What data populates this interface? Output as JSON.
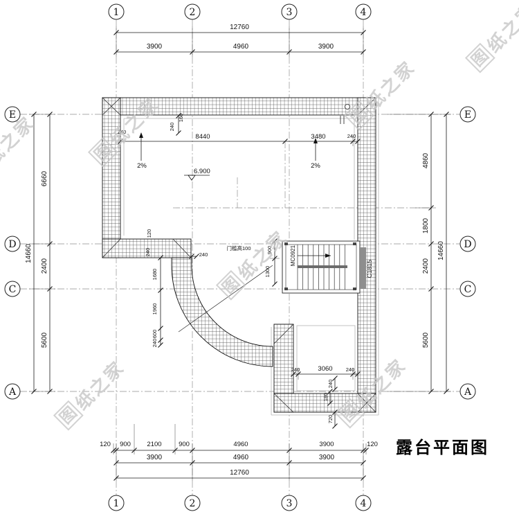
{
  "title": "露台平面图",
  "watermark": {
    "logo_char": "图",
    "text": "纸之家"
  },
  "axis": {
    "cols": [
      "1",
      "2",
      "3",
      "4"
    ],
    "rows": [
      "E",
      "D",
      "C",
      "A"
    ]
  },
  "dims": {
    "top": {
      "overall": "12760",
      "seg": [
        "3900",
        "4960",
        "3900"
      ]
    },
    "bottom": {
      "detail": [
        "120",
        "900",
        "2100",
        "900",
        "4960",
        "3900",
        "120"
      ],
      "seg": [
        "3900",
        "4960",
        "3900"
      ],
      "overall": "12760"
    },
    "left": {
      "overall": "14660",
      "seg": [
        "6660",
        "2400",
        "5600"
      ]
    },
    "right": {
      "overall": "14660",
      "seg": [
        "4860",
        "1800",
        "2400",
        "5600"
      ]
    },
    "inner_top": [
      "8440",
      "3480",
      "240"
    ],
    "wall_small": {
      "a160": "160",
      "a240": "240",
      "b240": "240"
    },
    "left_chain": [
      "1680",
      "1960",
      "600",
      "240"
    ],
    "curve_240": "240",
    "step_120": "120",
    "step_240": "240",
    "stair_left": [
      "900",
      "1300"
    ],
    "wing": {
      "left240": "240",
      "mid3060": "3060",
      "right240": "240",
      "v240": "240",
      "v180": "180",
      "v720": "720"
    }
  },
  "labels": {
    "slope_left": "2%",
    "slope_right": "2%",
    "level": "6.900",
    "threshold": "门槛高100",
    "stair_door": "MC0921",
    "window": "C1815"
  }
}
